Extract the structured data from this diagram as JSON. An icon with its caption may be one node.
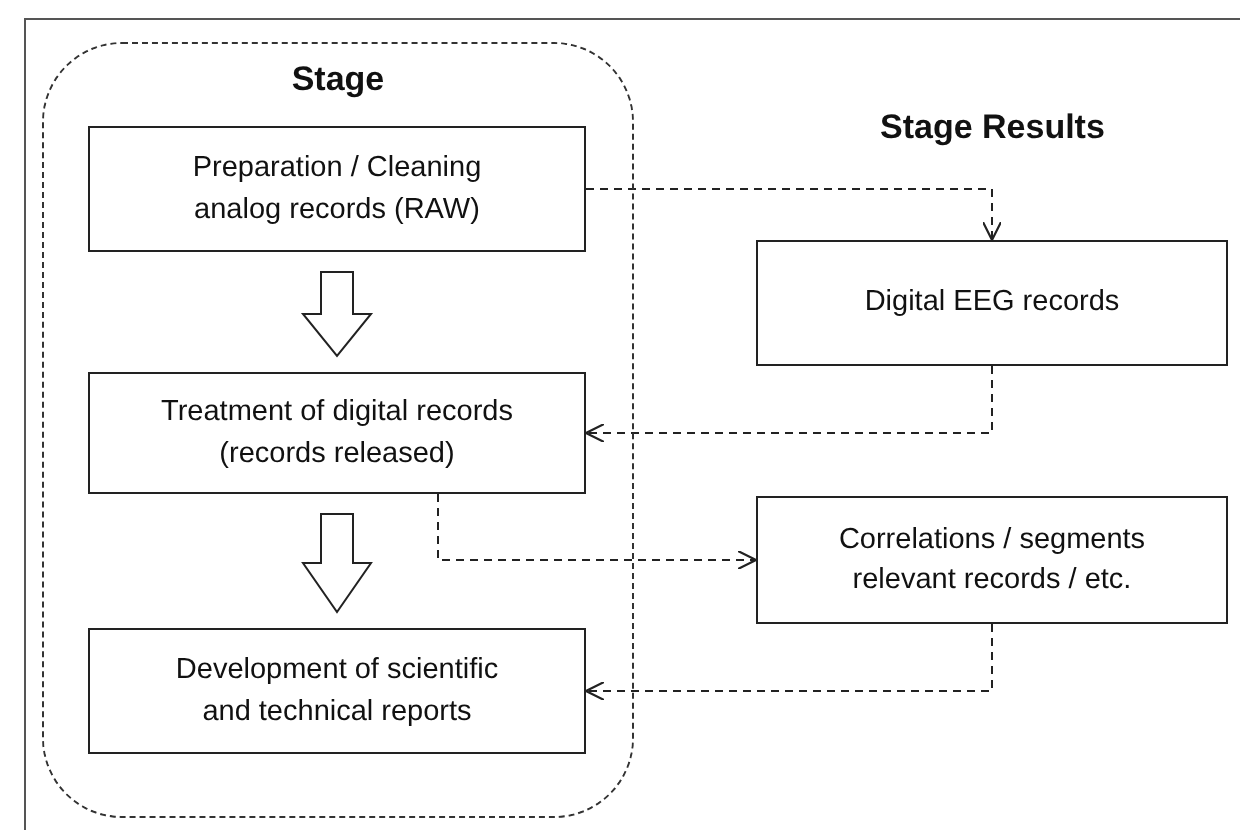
{
  "diagram": {
    "nodes": [
      {
        "text": [
          "Stage"
        ]
      },
      {
        "text": [
          "Preparation / Cleaning analog records (RAW)"
        ],
        "in": 0
      },
      {
        "text": [
          "Treatment of digital records (records released)"
        ],
        "in": 0
      },
      {
        "text": [
          "Development of scientific and technical reports"
        ],
        "in": 0
      },
      {
        "text": [
          "Digital EEG records"
        ]
      },
      {
        "text": [
          "Correlations / segments relevant records / etc."
        ]
      }
    ],
    "edges": [
      {
        "from": 1,
        "to": 2,
        "arrow": "to",
        "style": "thick"
      },
      {
        "from": 2,
        "to": 3,
        "arrow": "to",
        "style": "thick"
      },
      {
        "from": 1,
        "to": 4,
        "arrow": "to",
        "style": "dashed"
      },
      {
        "from": 4,
        "to": 2,
        "arrow": "to",
        "style": "dashed"
      },
      {
        "from": 2,
        "to": 5,
        "arrow": "to",
        "style": "dashed"
      },
      {
        "from": 5,
        "to": 3,
        "arrow": "to",
        "style": "dashed"
      }
    ],
    "labels": [
      "Stage Results"
    ]
  }
}
